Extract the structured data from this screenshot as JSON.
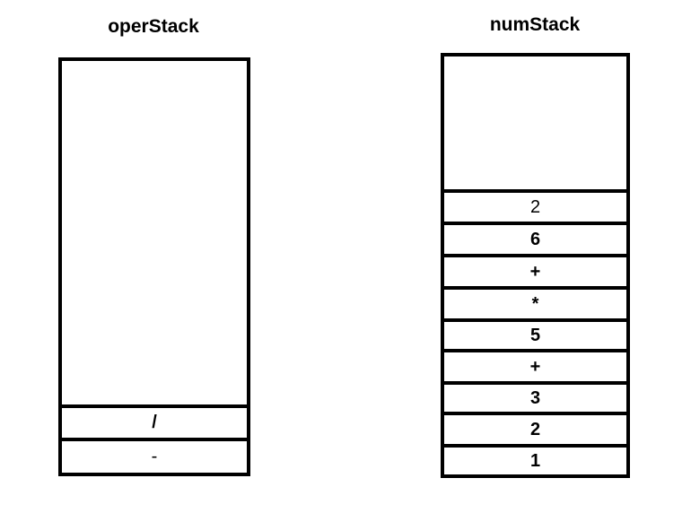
{
  "oper_stack": {
    "title": "operStack",
    "items": [
      "/",
      "-"
    ]
  },
  "num_stack": {
    "title": "numStack",
    "items": [
      "2",
      "6",
      "+",
      "*",
      "5",
      "+",
      "3",
      "2",
      "1"
    ]
  }
}
